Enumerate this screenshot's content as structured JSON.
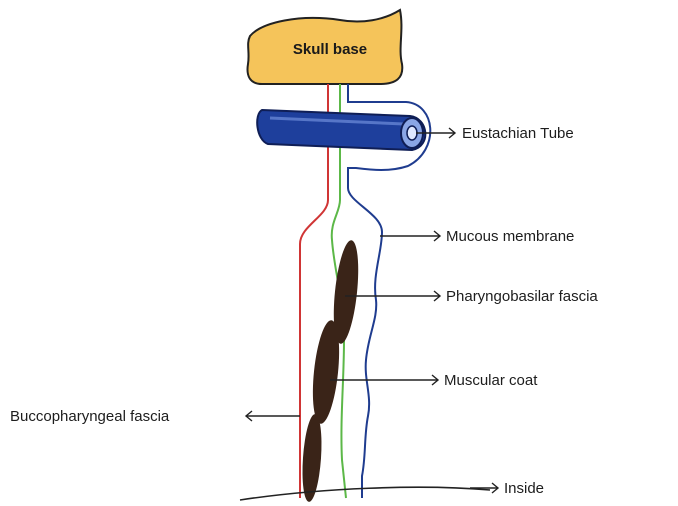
{
  "diagram": {
    "labels": {
      "skull_base": "Skull base",
      "eustachian_tube": "Eustachian Tube",
      "mucous_membrane": "Mucous membrane",
      "pharyngobasilar_fascia": "Pharyngobasilar fascia",
      "muscular_coat": "Muscular coat",
      "buccopharyngeal_fascia": "Buccopharyngeal fascia",
      "inside": "Inside"
    },
    "colors": {
      "skull_base_fill": "#f5c45a",
      "eustachian_tube_fill": "#1e3f9c",
      "eustachian_tube_highlight": "#8aa6e6",
      "buccopharyngeal_line": "#d03535",
      "pharyngobasilar_line": "#5cb848",
      "mucous_line": "#1f3c8f",
      "muscle_fill": "#3a2418",
      "arrow": "#222222"
    }
  }
}
